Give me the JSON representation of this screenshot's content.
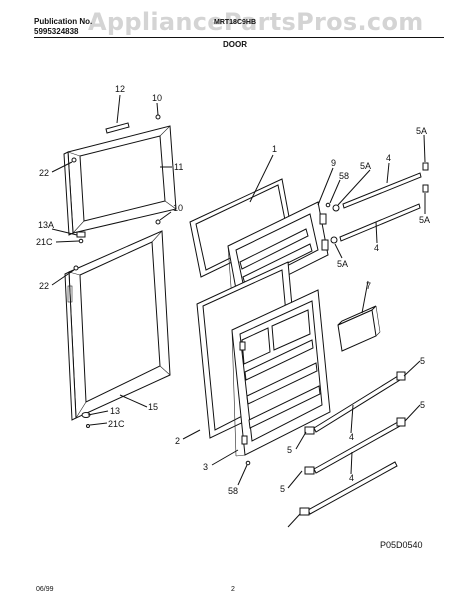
{
  "header": {
    "publication_label": "Publication No.",
    "publication_number": "5995324838",
    "model_text": "MRT18C9HB",
    "section_title": "DOOR",
    "watermark": "AppliancePartsPros.com"
  },
  "callouts": [
    "12",
    "10",
    "22",
    "11",
    "13A",
    "21C",
    "10",
    "22",
    "15",
    "13",
    "21C",
    "1",
    "9",
    "58",
    "5A",
    "4",
    "5A",
    "5A",
    "5A",
    "4",
    "2",
    "3",
    "58",
    "7",
    "5",
    "4",
    "5",
    "5",
    "4",
    "5"
  ],
  "footer": {
    "diagram_code": "P05D0540",
    "date": "06/99",
    "page_number": "2"
  }
}
